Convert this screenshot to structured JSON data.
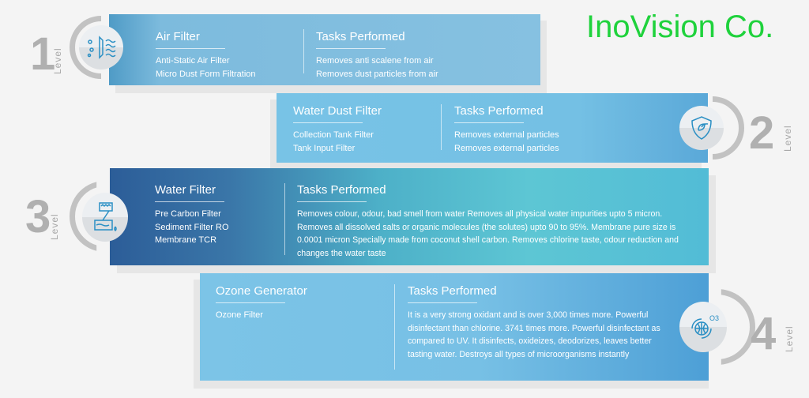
{
  "brand": "InoVision Co.",
  "levels": [
    {
      "number": "1",
      "level_label": "Level",
      "title": "Air Filter",
      "items": [
        "Anti-Static Air Filter",
        "Micro Dust Form Filtration"
      ],
      "tasks_title": "Tasks Performed",
      "tasks": [
        "Removes anti scalene from air",
        "Removes dust particles from air"
      ],
      "icon": "air-filter-icon"
    },
    {
      "number": "2",
      "level_label": "Level",
      "title": "Water Dust Filter",
      "items": [
        "Collection Tank Filter",
        "Tank Input Filter"
      ],
      "tasks_title": "Tasks Performed",
      "tasks": [
        "Removes external particles",
        "Removes external particles"
      ],
      "icon": "shield-leaf-icon"
    },
    {
      "number": "3",
      "level_label": "Level",
      "title": "Water Filter",
      "items": [
        "Pre Carbon Filter",
        "Sediment Filter RO",
        "Membrane TCR"
      ],
      "tasks_title": "Tasks Performed",
      "tasks_text": "Removes colour, odour, bad smell from water Removes all physical water impurities upto 5 micron. Removes all dissolved salts or organic molecules (the solutes) upto 90 to 95%. Membrane pure size is 0.0001 micron Specially made from coconut shell carbon. Removes chlorine taste, odour reduction and changes the water taste",
      "icon": "water-filter-icon"
    },
    {
      "number": "4",
      "level_label": "Level",
      "title": "Ozone Generator",
      "items": [
        "Ozone Filter"
      ],
      "tasks_title": "Tasks Performed",
      "tasks_text": "It is a very strong oxidant and is over 3,000 times more. Powerful disinfectant than chlorine. 3741 times more. Powerful disinfectant as compared to UV. It disinfects, oxideizes, deodorizes, leaves better tasting water. Destroys all types of microorganisms instantly",
      "icon_sub": "O3",
      "icon": "ozone-globe-icon"
    }
  ]
}
